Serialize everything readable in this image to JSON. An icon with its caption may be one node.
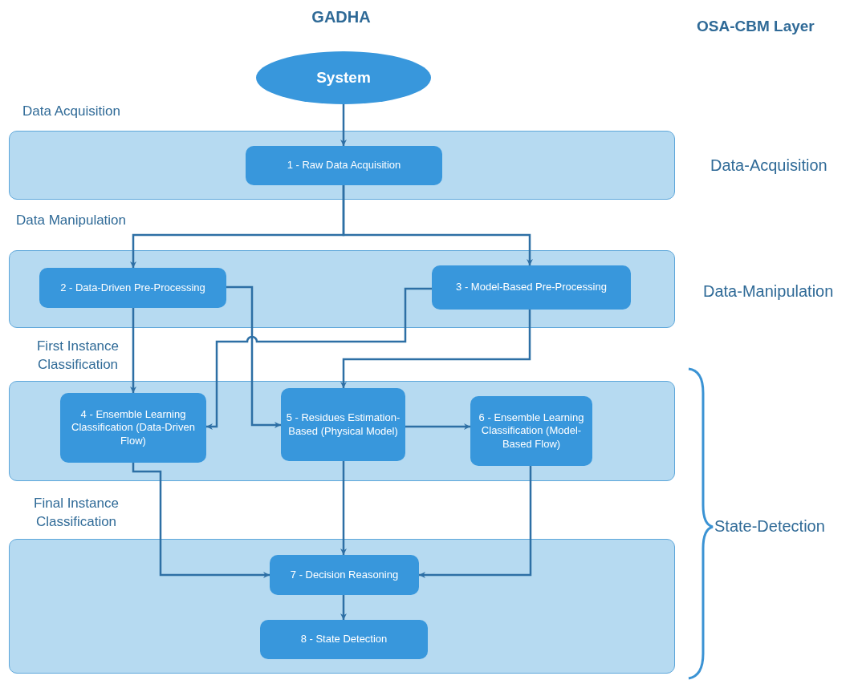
{
  "diagram": {
    "nodes": [
      {
        "text": [
          "System"
        ]
      },
      {
        "text": [
          "Data Acquisition"
        ]
      },
      {
        "text": [
          "1 - Raw Data Acquisition"
        ],
        "in": 1
      },
      {
        "text": [
          "Data Manipulation"
        ]
      },
      {
        "text": [
          "2 - Data-Driven Pre-Processing"
        ],
        "in": 3
      },
      {
        "text": [
          "3 - Model-Based Pre-Processing"
        ],
        "in": 3
      },
      {
        "text": [
          "First Instance Classification"
        ]
      },
      {
        "text": [
          "4 - Ensemble Learning Classification (Data-Driven Flow)"
        ],
        "in": 6
      },
      {
        "text": [
          "5 - Residues Estimation-Based (Physical Model)"
        ],
        "in": 6
      },
      {
        "text": [
          "6 - Ensemble Learning Classification (Model-Based Flow)"
        ],
        "in": 6
      },
      {
        "text": [
          "Final Instance Classification"
        ]
      },
      {
        "text": [
          "7 - Decision Reasoning"
        ],
        "in": 10
      },
      {
        "text": [
          "8 - State Detection"
        ],
        "in": 10
      }
    ],
    "edges": [
      {
        "from": 0,
        "to": 2,
        "arrow": "to"
      },
      {
        "from": 2,
        "to": 4,
        "arrow": "to"
      },
      {
        "from": 2,
        "to": 5,
        "arrow": "to"
      },
      {
        "from": 4,
        "to": 7,
        "arrow": "to"
      },
      {
        "from": 4,
        "to": 8,
        "arrow": "to"
      },
      {
        "from": 5,
        "to": 7,
        "arrow": "to"
      },
      {
        "from": 5,
        "to": 8,
        "arrow": "to"
      },
      {
        "from": 8,
        "to": 9,
        "arrow": "to"
      },
      {
        "from": 7,
        "to": 11,
        "arrow": "to"
      },
      {
        "from": 8,
        "to": 11,
        "arrow": "to"
      },
      {
        "from": 9,
        "to": 11,
        "arrow": "to"
      },
      {
        "from": 11,
        "to": 12,
        "arrow": "to"
      }
    ],
    "labels": [
      "GADHA",
      "OSA-CBM Layer",
      "Data-Acquisition",
      "Data-Manipulation",
      "State-Detection"
    ]
  }
}
